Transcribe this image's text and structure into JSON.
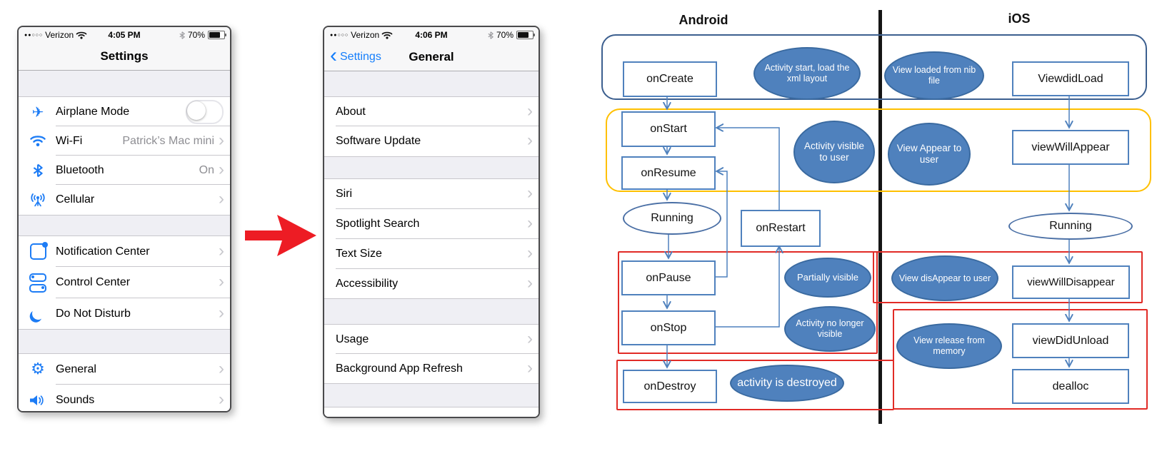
{
  "colors": {
    "ios_blue": "#157efb",
    "icon_blue": "#1d7cf5",
    "ellipse_fill": "#4f81bd",
    "box_border": "#4f81bd",
    "container_blue": "#3c5f8f",
    "container_yellow": "#ffc000",
    "container_red": "#e12b26",
    "arrow_red": "#ed1c24"
  },
  "phone_settings": {
    "status": {
      "signal": "●●○○○",
      "carrier": "Verizon",
      "time": "4:05 PM",
      "battery_percent": "70%"
    },
    "title": "Settings",
    "rows": {
      "airplane": "Airplane Mode",
      "wifi": "Wi-Fi",
      "wifi_value": "Patrick’s Mac mini",
      "bluetooth": "Bluetooth",
      "bluetooth_value": "On",
      "cellular": "Cellular",
      "notification": "Notification Center",
      "control": "Control Center",
      "dnd": "Do Not Disturb",
      "general": "General",
      "sounds": "Sounds"
    }
  },
  "phone_general": {
    "status": {
      "signal": "●●○○○",
      "carrier": "Verizon",
      "time": "4:06 PM",
      "battery_percent": "70%"
    },
    "back": "Settings",
    "title": "General",
    "rows": {
      "about": "About",
      "software": "Software Update",
      "siri": "Siri",
      "spotlight": "Spotlight Search",
      "textsize": "Text Size",
      "accessibility": "Accessibility",
      "usage": "Usage",
      "background": "Background App Refresh"
    }
  },
  "diagram": {
    "header_android": "Android",
    "header_ios": "iOS",
    "android": {
      "oncreate": "onCreate",
      "onstart": "onStart",
      "onresume": "onResume",
      "onrestart": "onRestart",
      "running": "Running",
      "onpause": "onPause",
      "onstop": "onStop",
      "ondestroy": "onDestroy"
    },
    "ios": {
      "viewdidload": "ViewdidLoad",
      "viewwillappear": "viewWillAppear",
      "running": "Running",
      "viewwilldisappear": "viewWillDisappear",
      "viewdidunload": "viewDidUnload",
      "dealloc": "dealloc"
    },
    "callouts": {
      "activity_start": "Activity start, load the xml layout",
      "view_loaded": "View loaded from nib file",
      "activity_visible": "Activity visible to user",
      "view_appear": "View Appear to user",
      "partially_visible": "Partially visible",
      "view_disappear": "View disAppear to user",
      "activity_no_longer": "Activity no longer visible",
      "view_release": "View release from memory",
      "activity_destroyed": "activity is destroyed"
    }
  }
}
